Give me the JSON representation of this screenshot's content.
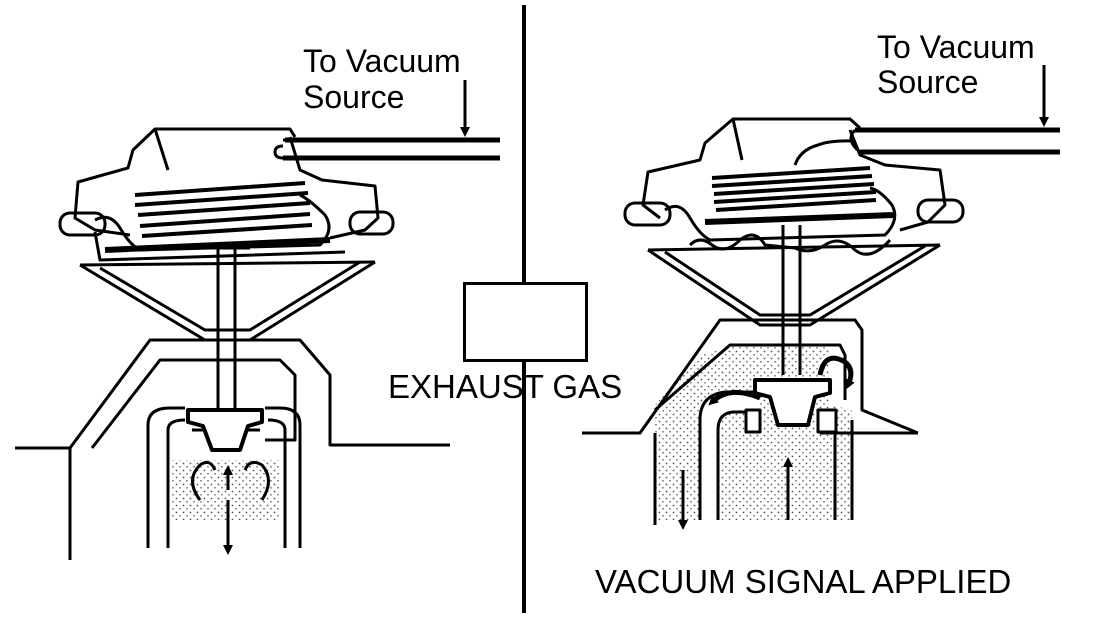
{
  "labels": {
    "left_vacuum_line1": "To Vacuum",
    "left_vacuum_line2": "Source",
    "right_vacuum_line1": "To Vacuum",
    "right_vacuum_line2": "Source",
    "legend": "EXHAUST GAS",
    "caption": "VACUUM SIGNAL APPLIED"
  },
  "colors": {
    "ink": "#000000",
    "paper": "#ffffff",
    "stipple": "#555555"
  }
}
